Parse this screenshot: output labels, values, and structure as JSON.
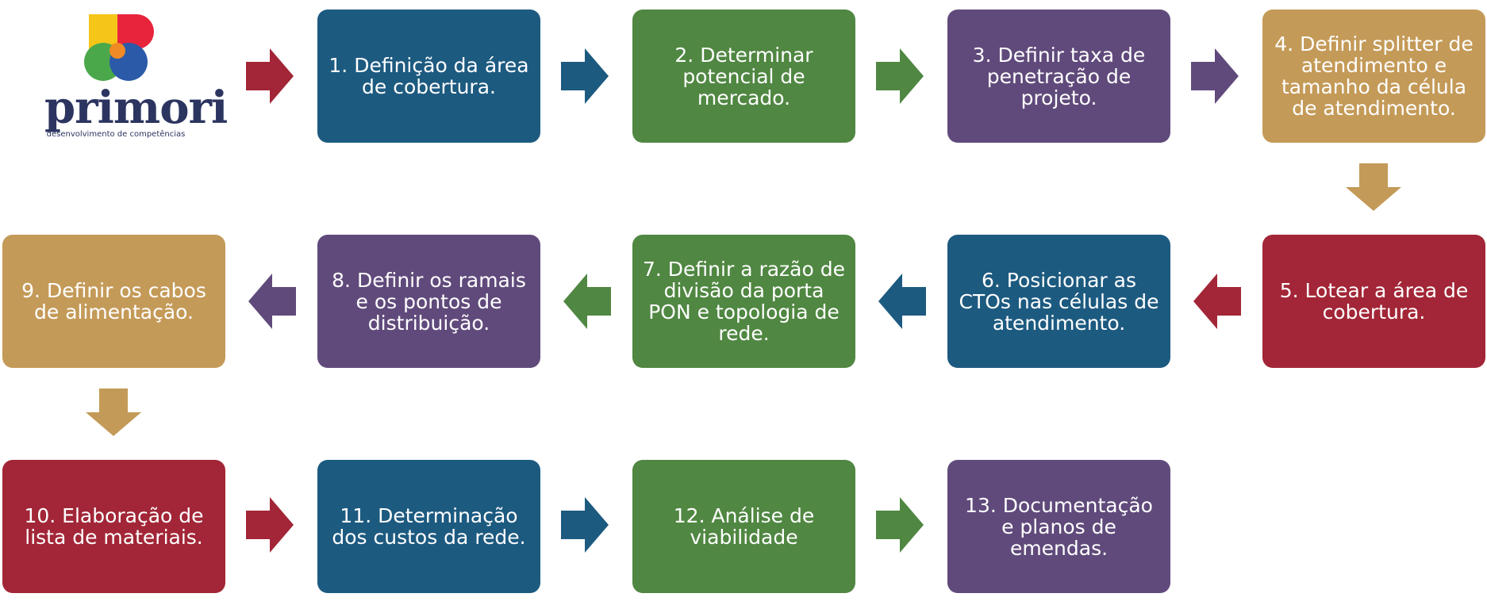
{
  "logo": {
    "name": "primori",
    "tagline": "desenvolvimento de competências",
    "colors": [
      "#f5c518",
      "#e8243d",
      "#4aa84a",
      "#2a5aa8"
    ]
  },
  "colors": {
    "blue": "#1d5a80",
    "green": "#508742",
    "purple": "#604a7b",
    "gold": "#c49a58",
    "red": "#a22637"
  },
  "steps": [
    {
      "label": "1. Definição da área de cobertura."
    },
    {
      "label": "2. Determinar potencial de mercado."
    },
    {
      "label": "3. Definir taxa de penetração de projeto."
    },
    {
      "label": "4. Definir splitter de atendimento e tamanho da célula de atendimento."
    },
    {
      "label": "5. Lotear a área de cobertura."
    },
    {
      "label": "6. Posicionar as CTOs nas células de atendimento."
    },
    {
      "label": "7. Definir a razão de divisão da porta PON e topologia de rede."
    },
    {
      "label": "8. Definir os ramais e os pontos de distribuição."
    },
    {
      "label": "9. Definir os cabos de alimentação."
    },
    {
      "label": "10. Elaboração de lista de materiais."
    },
    {
      "label": "11. Determinação dos custos da rede."
    },
    {
      "label": "12. Análise de viabilidade"
    },
    {
      "label": "13. Documentação e planos de emendas."
    }
  ]
}
